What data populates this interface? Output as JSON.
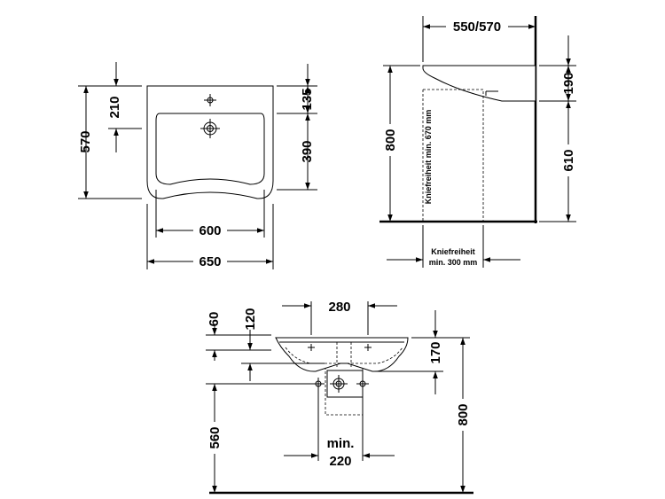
{
  "top_view": {
    "width_outer": "650",
    "width_inner": "600",
    "depth_total": "570",
    "tap_hole_offset": "210",
    "rim_to_hole": "135",
    "hole_to_front": "390"
  },
  "side_view": {
    "projection": "550/570",
    "rim_height": "800",
    "knee_height_label": "Kniefreiheit min. 670 mm",
    "knee_depth_label_line1": "Kniefreiheit",
    "knee_depth_label_line2": "min. 300 mm",
    "bowl_height": "190",
    "below_bowl": "610"
  },
  "front_view": {
    "fixing_spacing": "280",
    "dim_60": "60",
    "dim_120": "120",
    "dim_170": "170",
    "waste_height": "560",
    "rim_height": "800",
    "min_label": "min.",
    "min_value": "220"
  }
}
